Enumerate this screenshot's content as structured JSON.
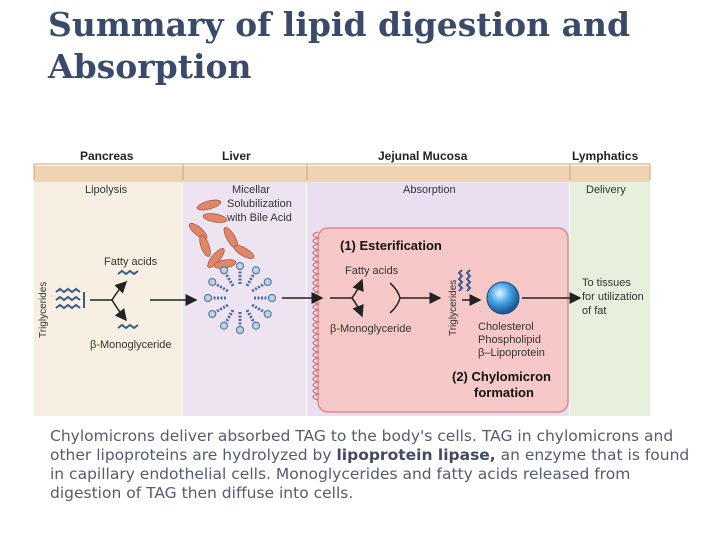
{
  "title": {
    "line1": "Summary of lipid digestion and",
    "line2": "Absorption"
  },
  "diagram": {
    "sections": {
      "pancreas": {
        "header": "Pancreas",
        "sub": "Lipolysis"
      },
      "liver": {
        "header": "Liver",
        "sub_lines": [
          "Micellar",
          "Solubilization",
          "with Bile Acid"
        ]
      },
      "jejunal": {
        "header": "Jejunal Mucosa",
        "sub": "Absorption"
      },
      "lymphatics": {
        "header": "Lymphatics",
        "sub": "Delivery"
      }
    },
    "triglycerides": "Triglycerides",
    "fatty_acids": "Fatty acids",
    "monoglyceride": "β-Monoglyceride",
    "esterification": "(1) Esterification",
    "jejunal_fatty_acids": "Fatty acids",
    "jejunal_monoglyceride": "β-Monoglyceride",
    "jejunal_triglycerides": "Triglycerides",
    "cholesterol": "Cholesterol",
    "phospholipid": "Phospholipid",
    "lipoprotein": "β–Lipoprotein",
    "chylomicron_line1": "(2) Chylomicron",
    "chylomicron_line2": "formation",
    "delivery_lines": [
      "To tissues",
      "for utilization",
      "of fat"
    ]
  },
  "caption": {
    "part1": "Chylomicrons deliver absorbed TAG to the body's cells. TAG in chylomicrons and other lipoproteins are hydrolyzed by ",
    "bold": "lipoprotein lipase,",
    "part2": " an enzyme that is found in capillary endothelial cells. Monoglycerides and fatty acids released from digestion of TAG then diffuse into cells."
  },
  "colors": {
    "title": "#3a4a6a",
    "pancreas_bg": "#f6efe2",
    "liver_bg": "#eee3f0",
    "jejunal_bg": "#eadff0",
    "lymph_bg": "#e6f0dc",
    "cell_pink": "#f6c8c8",
    "bar_peach": "#f0d3b0",
    "caption": "#555b70"
  }
}
